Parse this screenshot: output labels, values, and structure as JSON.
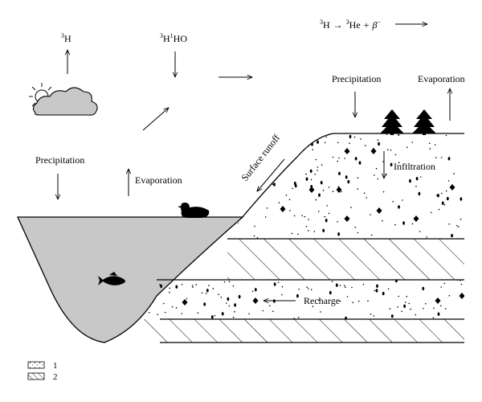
{
  "tritium": {
    "atmosphere": {
      "mass": "3",
      "symbol": "H"
    },
    "water": {
      "mass1": "3",
      "h1": "H",
      "mass2": "1",
      "rest": "HO"
    },
    "decay": {
      "mass_h": "3",
      "h": "H",
      "arrow": "→",
      "mass_he": "3",
      "he": "He",
      "plus": "+",
      "beta": "β",
      "beta_charge": "−"
    }
  },
  "labels": {
    "precipitation_left": "Precipitation",
    "evaporation_left": "Evaporation",
    "surface_runoff": "Surface runoff",
    "precipitation_right": "Precipitation",
    "evaporation_right": "Evaporation",
    "infiltration": "Infiltration",
    "recharge": "Recharge"
  },
  "legend": [
    {
      "number": "1",
      "pattern": "dotted"
    },
    {
      "number": "2",
      "pattern": "hatched"
    }
  ],
  "icons": {
    "cloud": "sun-behind-cloud-icon",
    "duck": "duck-icon",
    "fish": "fish-icon",
    "trees": "pine-tree-icon"
  },
  "colors": {
    "water": "#c8c8c8",
    "line": "#000000",
    "background": "#ffffff"
  }
}
